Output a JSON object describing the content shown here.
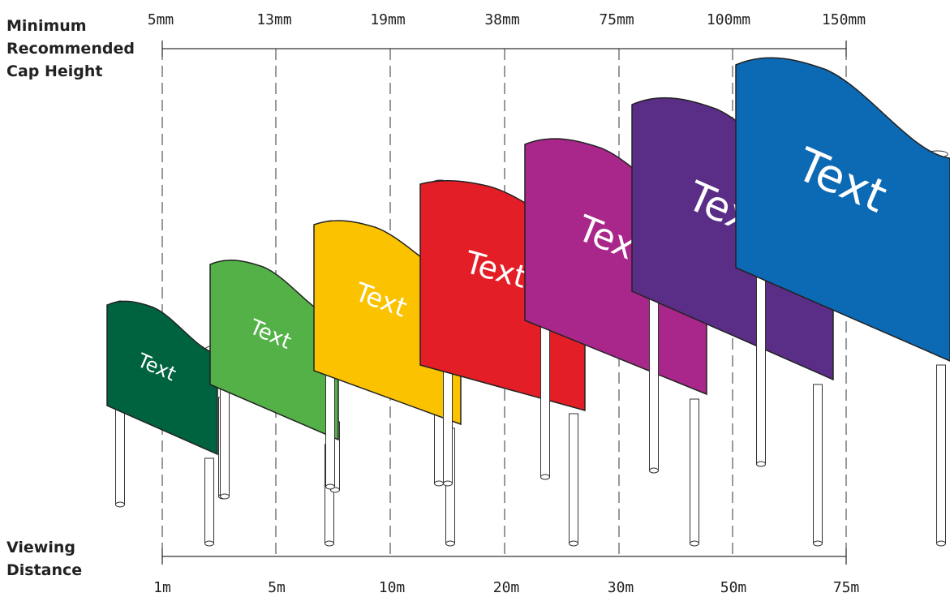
{
  "top_label": [
    "Minimum",
    "Recommended",
    "Cap Height"
  ],
  "bottom_label": [
    "Viewing",
    "Distance"
  ],
  "cap_heights": [
    "5mm",
    "13mm",
    "19mm",
    "38mm",
    "75mm",
    "100mm",
    "150mm"
  ],
  "distances": [
    "1m",
    "5m",
    "10m",
    "20m",
    "30m",
    "50m",
    "75m"
  ],
  "signs": [
    {
      "text": "Text",
      "color": "#006340"
    },
    {
      "text": "Text",
      "color": "#53b147"
    },
    {
      "text": "Text",
      "color": "#fbc200"
    },
    {
      "text": "Text",
      "color": "#e31e26"
    },
    {
      "text": "Text",
      "color": "#a9278b"
    },
    {
      "text": "Text",
      "color": "#5a2d86"
    },
    {
      "text": "Text",
      "color": "#0c69b3"
    }
  ]
}
